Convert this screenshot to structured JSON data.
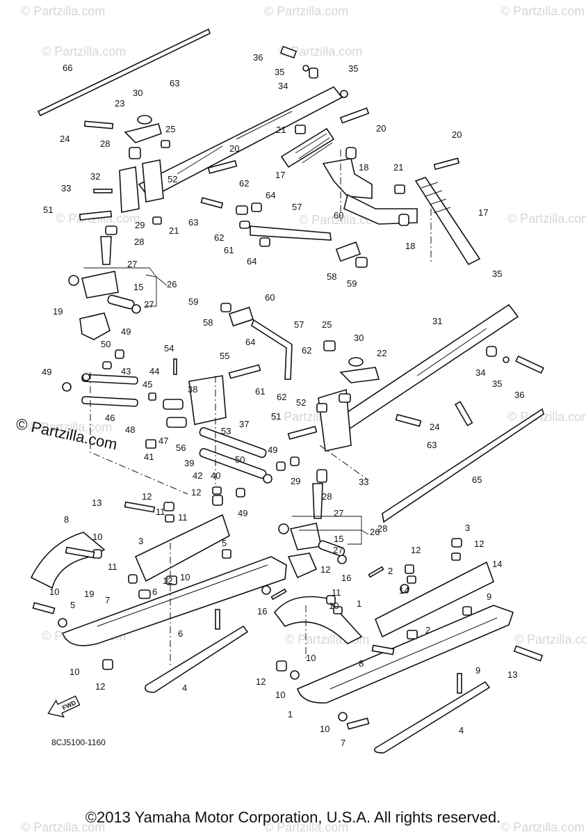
{
  "watermark_text": "© Partzilla.com",
  "brand_text": "© Partzilla.com",
  "ref_code": "8CJ5100-1160",
  "fwd_label": "FWD",
  "copyright": "©2013 Yamaha Motor Corporation, U.S.A. All rights reserved.",
  "callouts": [
    "66",
    "63",
    "36",
    "35",
    "34",
    "35",
    "30",
    "23",
    "24",
    "25",
    "28",
    "20",
    "21",
    "20",
    "17",
    "18",
    "21",
    "20",
    "32",
    "33",
    "52",
    "51",
    "29",
    "21",
    "62",
    "64",
    "63",
    "62",
    "61",
    "64",
    "57",
    "60",
    "28",
    "27",
    "26",
    "15",
    "27",
    "19",
    "58",
    "59",
    "17",
    "18",
    "35",
    "31",
    "34",
    "35",
    "36",
    "60",
    "59",
    "58",
    "57",
    "25",
    "30",
    "22",
    "64",
    "62",
    "61",
    "62",
    "52",
    "24",
    "49",
    "50",
    "49",
    "55",
    "54",
    "43",
    "44",
    "45",
    "38",
    "46",
    "48",
    "47",
    "56",
    "41",
    "53",
    "37",
    "39",
    "42",
    "51",
    "28",
    "63",
    "40",
    "12",
    "11",
    "50",
    "49",
    "49",
    "29",
    "33",
    "65",
    "13",
    "12",
    "11",
    "3",
    "28",
    "8",
    "10",
    "5",
    "27",
    "26",
    "15",
    "27",
    "12",
    "11",
    "10",
    "6",
    "12",
    "19",
    "16",
    "2",
    "14",
    "16",
    "11",
    "12",
    "14",
    "3",
    "12",
    "10",
    "1",
    "7",
    "10",
    "5",
    "9",
    "6",
    "2",
    "10",
    "8",
    "13",
    "10",
    "12",
    "4",
    "9",
    "12",
    "10",
    "1",
    "10",
    "7",
    "4"
  ]
}
